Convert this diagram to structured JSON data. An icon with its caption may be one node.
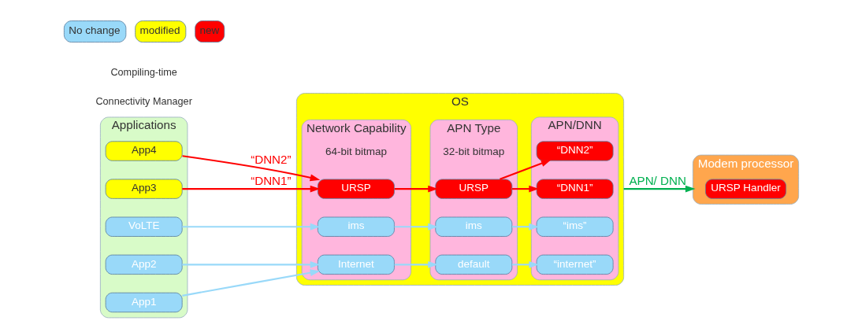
{
  "diagram": {
    "nodes": [
      {
        "text": [
          "Applications"
        ]
      },
      {
        "text": [
          "App1"
        ],
        "in": 0
      },
      {
        "text": [
          "App2"
        ],
        "in": 0
      },
      {
        "text": [
          "VoLTE"
        ],
        "in": 0
      },
      {
        "text": [
          "App3"
        ],
        "in": 0
      },
      {
        "text": [
          "App4"
        ],
        "in": 0
      },
      {
        "text": [
          "OS"
        ]
      },
      {
        "text": [
          "Network Capability"
        ],
        "in": 6,
        "beside": [
          "64-bit bitmap"
        ]
      },
      {
        "text": [
          "Internet"
        ],
        "in": 7
      },
      {
        "text": [
          "ims"
        ],
        "in": 7
      },
      {
        "text": [
          "URSP"
        ],
        "in": 7
      },
      {
        "text": [
          "APN Type"
        ],
        "in": 6,
        "beside": [
          "32-bit bitmap"
        ]
      },
      {
        "text": [
          "default"
        ],
        "in": 11
      },
      {
        "text": [
          "ims"
        ],
        "in": 11
      },
      {
        "text": [
          "URSP"
        ],
        "in": 11
      },
      {
        "text": [
          "APN/DNN"
        ],
        "in": 6
      },
      {
        "text": [
          "“internet”"
        ],
        "in": 15
      },
      {
        "text": [
          "“ims”"
        ],
        "in": 15
      },
      {
        "text": [
          "“DNN1”"
        ],
        "in": 15
      },
      {
        "text": [
          "“DNN2”"
        ],
        "in": 15
      },
      {
        "text": [
          "Modem processor"
        ]
      },
      {
        "text": [
          "URSP Handler"
        ],
        "in": 20
      }
    ],
    "edges": [
      {
        "from": 1,
        "to": 8,
        "arrow": "to"
      },
      {
        "from": 2,
        "to": 8,
        "arrow": "to"
      },
      {
        "from": 3,
        "to": 9,
        "arrow": "to"
      },
      {
        "from": 4,
        "to": 10,
        "arrow": "to",
        "label": "“DNN1”",
        "color": "#ff0000"
      },
      {
        "from": 5,
        "to": 10,
        "arrow": "to",
        "label": "“DNN2”",
        "color": "#ff0000"
      },
      {
        "from": 8,
        "to": 12,
        "arrow": "to"
      },
      {
        "from": 9,
        "to": 13,
        "arrow": "to"
      },
      {
        "from": 10,
        "to": 14,
        "arrow": "to",
        "color": "#ff0000"
      },
      {
        "from": 12,
        "to": 16,
        "arrow": "to"
      },
      {
        "from": 13,
        "to": 17,
        "arrow": "to"
      },
      {
        "from": 14,
        "to": 18,
        "arrow": "to",
        "color": "#ff0000"
      },
      {
        "from": 14,
        "to": 19,
        "arrow": "to",
        "color": "#ff0000"
      },
      {
        "from": 6,
        "to": 20,
        "arrow": "to",
        "label": "APN/ DNN",
        "color": "#00b050"
      }
    ],
    "labels": [
      "Connectivity Manager",
      "Compiling-time"
    ],
    "legend": [
      {
        "text": "No change",
        "color": "#99d9f9"
      },
      {
        "text": "modified",
        "color": "#ffff00"
      },
      {
        "text": "new",
        "color": "#ff0000"
      }
    ]
  }
}
